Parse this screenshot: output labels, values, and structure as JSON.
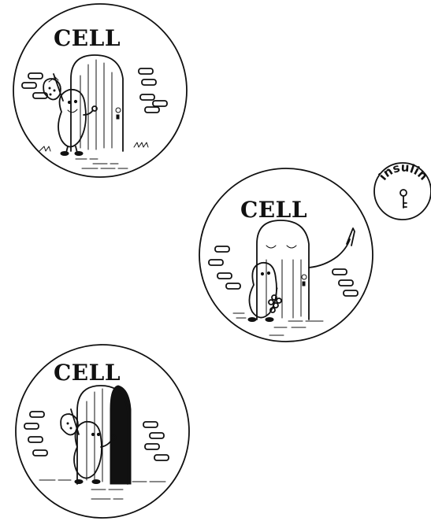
{
  "panels": [
    {
      "title": "CELL",
      "state": "door-closed-knocking"
    },
    {
      "title": "CELL",
      "state": "insulin-unlocks-door"
    },
    {
      "title": "CELL",
      "state": "door-open-entering"
    }
  ],
  "insulin": {
    "label": "insulin",
    "icon": "key-icon"
  },
  "colors": {
    "ink": "#111111",
    "background": "#ffffff"
  }
}
